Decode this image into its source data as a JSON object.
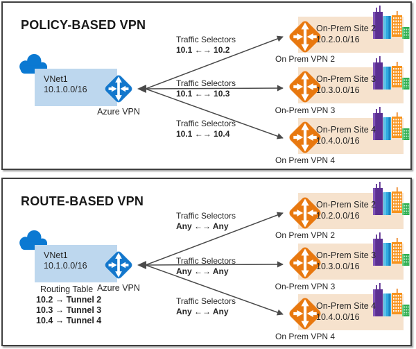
{
  "panels": [
    {
      "title": "POLICY-BASED VPN",
      "vnet": {
        "name": "VNet1",
        "cidr": "10.1.0.0/16"
      },
      "gateway_label": "Azure VPN",
      "connections": [
        {
          "line1": "Traffic Selectors",
          "line2": "10.1 ←→ 10.2"
        },
        {
          "line1": "Traffic Selectors",
          "line2": "10.1 ←→ 10.3"
        },
        {
          "line1": "Traffic Selectors",
          "line2": "10.1 ←→ 10.4"
        }
      ],
      "sites": [
        {
          "name": "On-Prem Site 2",
          "cidr": "10.2.0.0/16",
          "vpn_label": "On Prem VPN 2"
        },
        {
          "name": "On-Prem Site 3",
          "cidr": "10.3.0.0/16",
          "vpn_label": "On-Prem VPN 3"
        },
        {
          "name": "On-Prem Site 4",
          "cidr": "10.4.0.0/16",
          "vpn_label": "On Prem VPN 4"
        }
      ]
    },
    {
      "title": "ROUTE-BASED VPN",
      "vnet": {
        "name": "VNet1",
        "cidr": "10.1.0.0/16"
      },
      "gateway_label": "Azure VPN",
      "routing_table": {
        "title": "Routing Table",
        "rows": [
          "10.2 → Tunnel 2",
          "10.3 → Tunnel 3",
          "10.4 → Tunnel 4"
        ]
      },
      "connections": [
        {
          "line1": "Traffic Selectors",
          "line2": "Any ←→ Any"
        },
        {
          "line1": "Traffic Selectors",
          "line2": "Any ←→ Any"
        },
        {
          "line1": "Traffic Selectors",
          "line2": "Any ←→ Any"
        }
      ],
      "sites": [
        {
          "name": "On-Prem Site 2",
          "cidr": "10.2.0.0/16",
          "vpn_label": "On Prem VPN 2"
        },
        {
          "name": "On-Prem Site 3",
          "cidr": "10.3.0.0/16",
          "vpn_label": "On-Prem VPN 3"
        },
        {
          "name": "On-Prem Site 4",
          "cidr": "10.4.0.0/16",
          "vpn_label": "On Prem VPN 4"
        }
      ]
    }
  ],
  "colors": {
    "azure_router_blue": "#1377cc",
    "onprem_router_orange": "#e8780f",
    "cloud_blue": "#0b79d2",
    "vnet_box_fill": "#bdd7ee",
    "site_box_fill": "#f6e2cd",
    "connector_gray": "#4a4a4a",
    "panel_border": "#3f3f3f"
  }
}
